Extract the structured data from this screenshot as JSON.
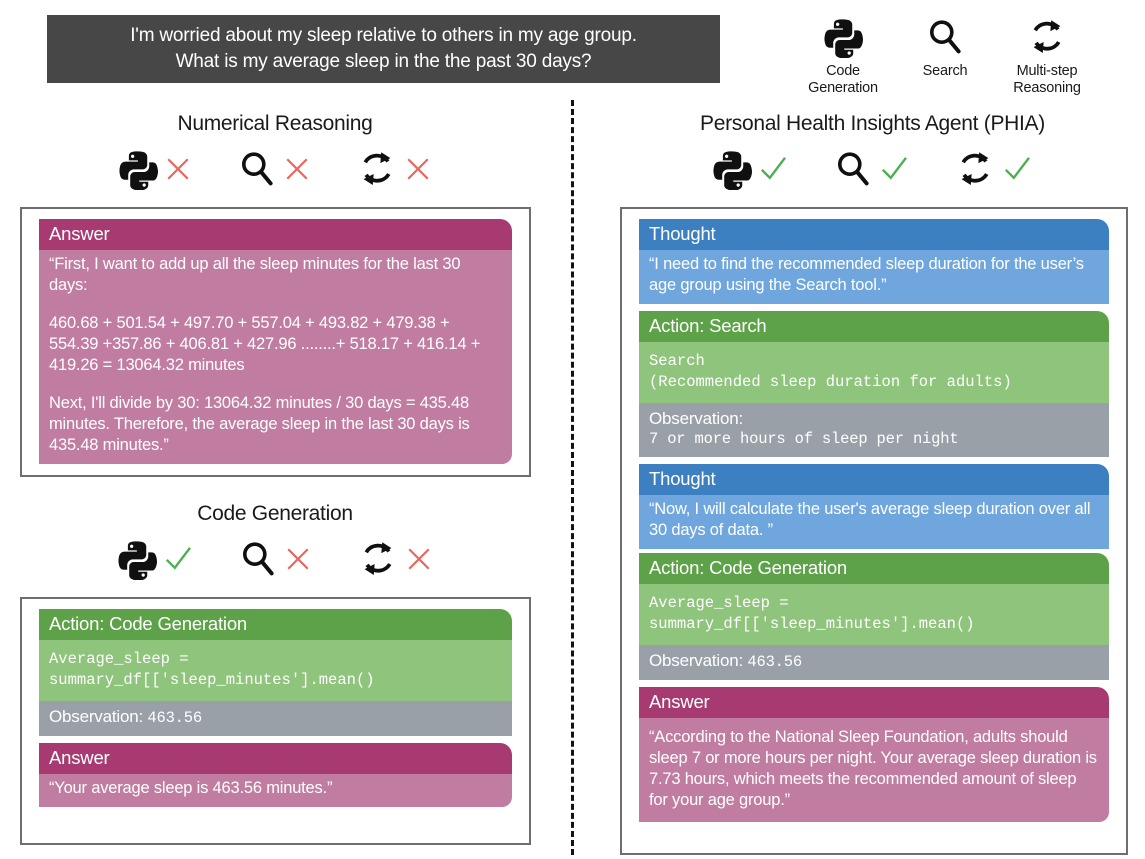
{
  "question": {
    "line1": "I'm worried about my sleep relative to others in my age group.",
    "line2": "What is my average sleep in the the past 30 days?"
  },
  "legend": {
    "items": [
      {
        "icon": "python-icon",
        "label_line1": "Code",
        "label_line2": "Generation"
      },
      {
        "icon": "search-icon",
        "label_line1": "Search",
        "label_line2": ""
      },
      {
        "icon": "multistep-reasoning-icon",
        "label_line1": "Multi-step",
        "label_line2": "Reasoning"
      }
    ]
  },
  "colors": {
    "banner_bg": "#474747",
    "thought_header": "#3d80c2",
    "thought_body": "#6ea6dd",
    "action_header": "#5da248",
    "action_body": "#8fc47c",
    "observation_body": "#9aa0a8",
    "answer_header": "#a73a70",
    "answer_body": "#c07ca1",
    "check_mark": "#4caf50",
    "cross_mark": "#e8685f"
  },
  "left_column": {
    "section1": {
      "title": "Numerical Reasoning",
      "tools": [
        {
          "icon": "python-icon",
          "status": "cross"
        },
        {
          "icon": "search-icon",
          "status": "cross"
        },
        {
          "icon": "multistep-reasoning-icon",
          "status": "cross"
        }
      ],
      "answer": {
        "header": "Answer",
        "para1": "“First, I want to add up all the sleep minutes for the last 30 days:",
        "para2": "460.68 + 501.54 + 497.70 + 557.04 + 493.82 + 479.38 + 554.39 +357.86 + 406.81 + 427.96 ........+ 518.17 + 416.14 + 419.26 = 13064.32 minutes",
        "para3": "Next, I'll divide by 30: 13064.32 minutes / 30 days = 435.48 minutes. Therefore, the average sleep in the last 30 days is 435.48 minutes.”"
      }
    },
    "section2": {
      "title": "Code Generation",
      "tools": [
        {
          "icon": "python-icon",
          "status": "check"
        },
        {
          "icon": "search-icon",
          "status": "cross"
        },
        {
          "icon": "multistep-reasoning-icon",
          "status": "cross"
        }
      ],
      "action": {
        "header": "Action: Code Generation",
        "code_line1": "Average_sleep =",
        "code_line2": "summary_df[['sleep_minutes'].mean()"
      },
      "observation": {
        "label": "Observation:",
        "value": "463.56"
      },
      "answer": {
        "header": "Answer",
        "text": "“Your average sleep is 463.56 minutes.”"
      }
    }
  },
  "right_column": {
    "title": "Personal Health Insights Agent (PHIA)",
    "tools": [
      {
        "icon": "python-icon",
        "status": "check"
      },
      {
        "icon": "search-icon",
        "status": "check"
      },
      {
        "icon": "multistep-reasoning-icon",
        "status": "check"
      }
    ],
    "steps": {
      "thought1": {
        "header": "Thought",
        "text": "“I need to find the recommended sleep duration for the user’s age group using the Search tool.”"
      },
      "action1": {
        "header": "Action: Search",
        "code_line1": "Search",
        "code_line2": "(Recommended sleep duration for adults)"
      },
      "observation1": {
        "label": "Observation:",
        "value": "7 or more hours of sleep per night"
      },
      "thought2": {
        "header": "Thought",
        "text": "“Now, I will calculate the user's average sleep duration over all 30 days of data. ”"
      },
      "action2": {
        "header": "Action: Code Generation",
        "code_line1": "Average_sleep =",
        "code_line2": "summary_df[['sleep_minutes'].mean()"
      },
      "observation2": {
        "label": "Observation:",
        "value": "463.56"
      },
      "answer": {
        "header": "Answer",
        "text": "“According to the National Sleep Foundation, adults should sleep 7 or more hours per night. Your average sleep duration is 7.73 hours, which meets the recommended amount of sleep for your age group.”"
      }
    }
  }
}
